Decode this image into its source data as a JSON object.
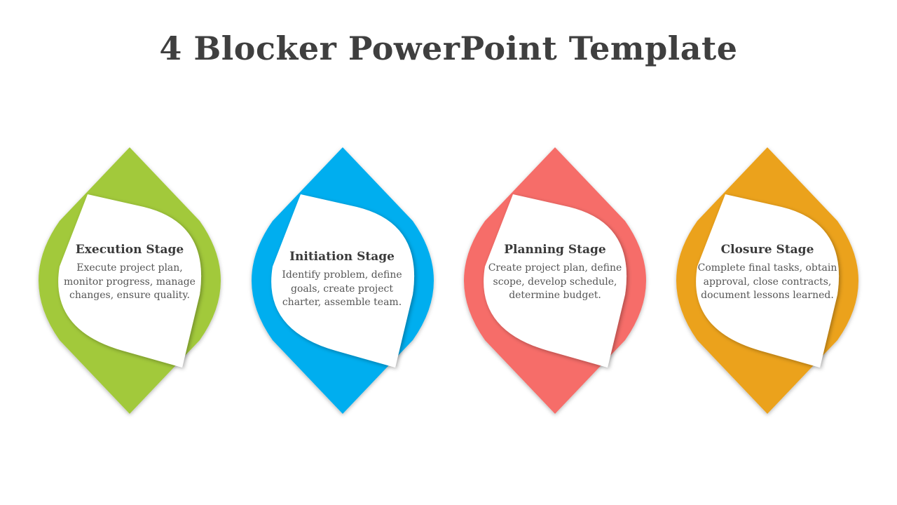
{
  "slide": {
    "title": "4 Blocker PowerPoint Template"
  },
  "blocks": [
    {
      "heading": "Execution Stage",
      "description": "Execute project plan, monitor progress, manage changes, ensure quality.",
      "color": "#A2C93A"
    },
    {
      "heading": "Initiation Stage",
      "description": "Identify problem, define goals, create project charter, assemble team.",
      "color": "#00AEEF"
    },
    {
      "heading": "Planning Stage",
      "description": "Create project plan, define scope, develop schedule, determine budget.",
      "color": "#F66D69"
    },
    {
      "heading": "Closure Stage",
      "description": "Complete final tasks, obtain approval, close contracts, document lessons learned.",
      "color": "#EBA21E"
    }
  ]
}
